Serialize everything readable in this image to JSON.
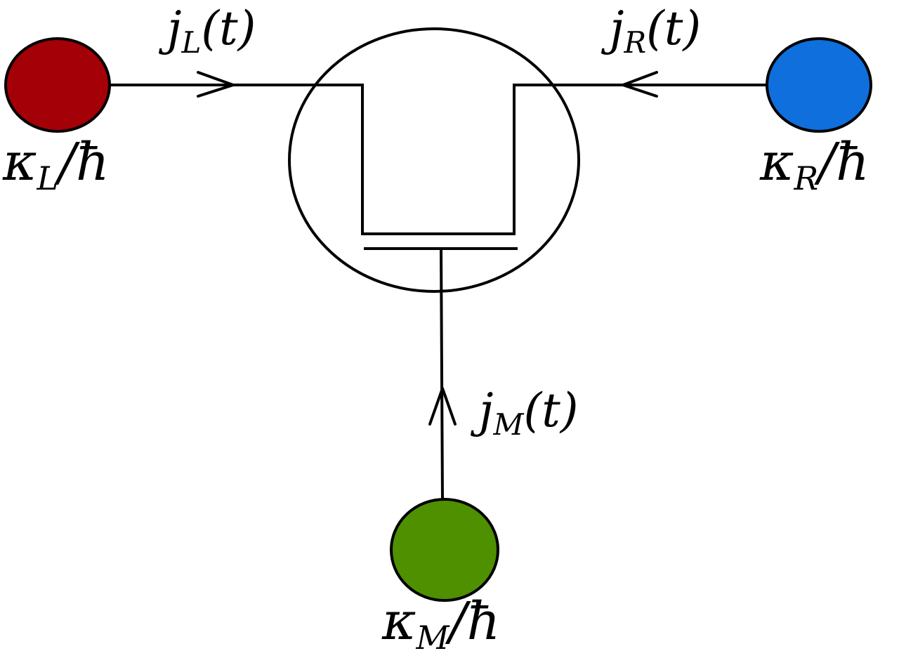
{
  "reservoirs": {
    "left": {
      "symbol": "κ",
      "subscript": "L",
      "slash": "/",
      "hbar": "ħ",
      "color": "#a30008"
    },
    "right": {
      "symbol": "κ",
      "subscript": "R",
      "slash": "/",
      "hbar": "ħ",
      "color": "#0f6fdc"
    },
    "middle": {
      "symbol": "κ",
      "subscript": "M",
      "slash": "/",
      "hbar": "ħ",
      "color": "#4e9000"
    }
  },
  "currents": {
    "left": {
      "symbol": "j",
      "subscript": "L",
      "arg": "(t)"
    },
    "right": {
      "symbol": "j",
      "subscript": "R",
      "arg": "(t)"
    },
    "middle": {
      "symbol": "j",
      "subscript": "M",
      "arg": "(t)"
    }
  }
}
